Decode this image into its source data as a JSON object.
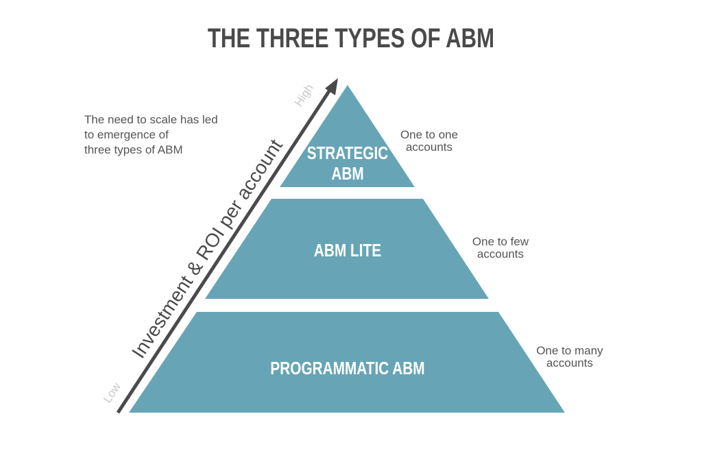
{
  "title": "THE THREE TYPES OF ABM",
  "intro": {
    "line1": "The need to scale has led",
    "line2": "to emergence of",
    "line3": "three types of ABM"
  },
  "axis": {
    "label": "Investment & ROI per account",
    "low": "Low",
    "high": "High"
  },
  "tiers": {
    "top": {
      "label_line1": "STRATEGIC",
      "label_line2": "ABM",
      "side_line1": "One to one",
      "side_line2": "accounts"
    },
    "middle": {
      "label": "ABM LITE",
      "side_line1": "One to few",
      "side_line2": "accounts"
    },
    "bottom": {
      "label": "PROGRAMMATIC ABM",
      "side_line1": "One to many",
      "side_line2": "accounts"
    }
  },
  "colors": {
    "tier_fill": "#67a5b6",
    "title_text": "#4a4a4a",
    "body_text": "#555555",
    "arrow": "#4a4a4a",
    "axis_end_text": "#c8c8c8"
  }
}
